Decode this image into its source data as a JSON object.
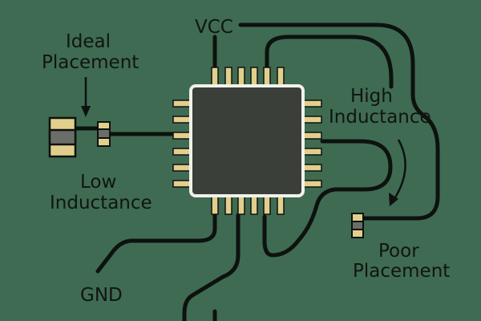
{
  "colors": {
    "board": "#3f6b52",
    "trace": "#0d120f",
    "pad": "#e2cf8d",
    "chip_body": "#3b3f3a",
    "chip_border": "#f1f1ea",
    "component_body": "#e2cf8d",
    "component_band": "#6b6e68"
  },
  "labels": {
    "vcc": "VCC",
    "gnd": "GND",
    "ideal_line1": "Ideal",
    "ideal_line2": "Placement",
    "low_line1": "Low",
    "low_line2": "Inductance",
    "high_line1": "High",
    "high_line2": "Inductance",
    "poor_line1": "Poor",
    "poor_line2": "Placement"
  }
}
